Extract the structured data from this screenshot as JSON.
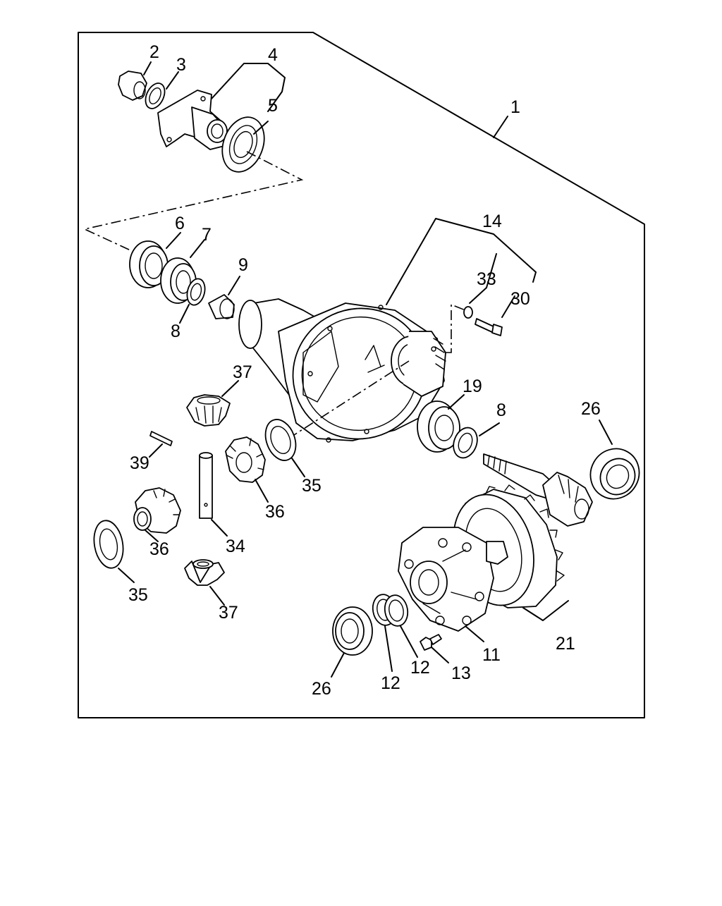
{
  "diagram": {
    "callouts": [
      {
        "id": "1",
        "text": "1"
      },
      {
        "id": "2",
        "text": "2"
      },
      {
        "id": "3",
        "text": "3"
      },
      {
        "id": "4",
        "text": "4"
      },
      {
        "id": "5",
        "text": "5"
      },
      {
        "id": "6",
        "text": "6"
      },
      {
        "id": "7",
        "text": "7"
      },
      {
        "id": "8a",
        "text": "8"
      },
      {
        "id": "9",
        "text": "9"
      },
      {
        "id": "14",
        "text": "14"
      },
      {
        "id": "33",
        "text": "33"
      },
      {
        "id": "30",
        "text": "30"
      },
      {
        "id": "37a",
        "text": "37"
      },
      {
        "id": "19",
        "text": "19"
      },
      {
        "id": "8b",
        "text": "8"
      },
      {
        "id": "26a",
        "text": "26"
      },
      {
        "id": "39",
        "text": "39"
      },
      {
        "id": "35a",
        "text": "35"
      },
      {
        "id": "36a",
        "text": "36"
      },
      {
        "id": "34",
        "text": "34"
      },
      {
        "id": "36b",
        "text": "36"
      },
      {
        "id": "35b",
        "text": "35"
      },
      {
        "id": "37b",
        "text": "37"
      },
      {
        "id": "11",
        "text": "11"
      },
      {
        "id": "21",
        "text": "21"
      },
      {
        "id": "13",
        "text": "13"
      },
      {
        "id": "12a",
        "text": "12"
      },
      {
        "id": "12b",
        "text": "12"
      },
      {
        "id": "26b",
        "text": "26"
      }
    ]
  }
}
